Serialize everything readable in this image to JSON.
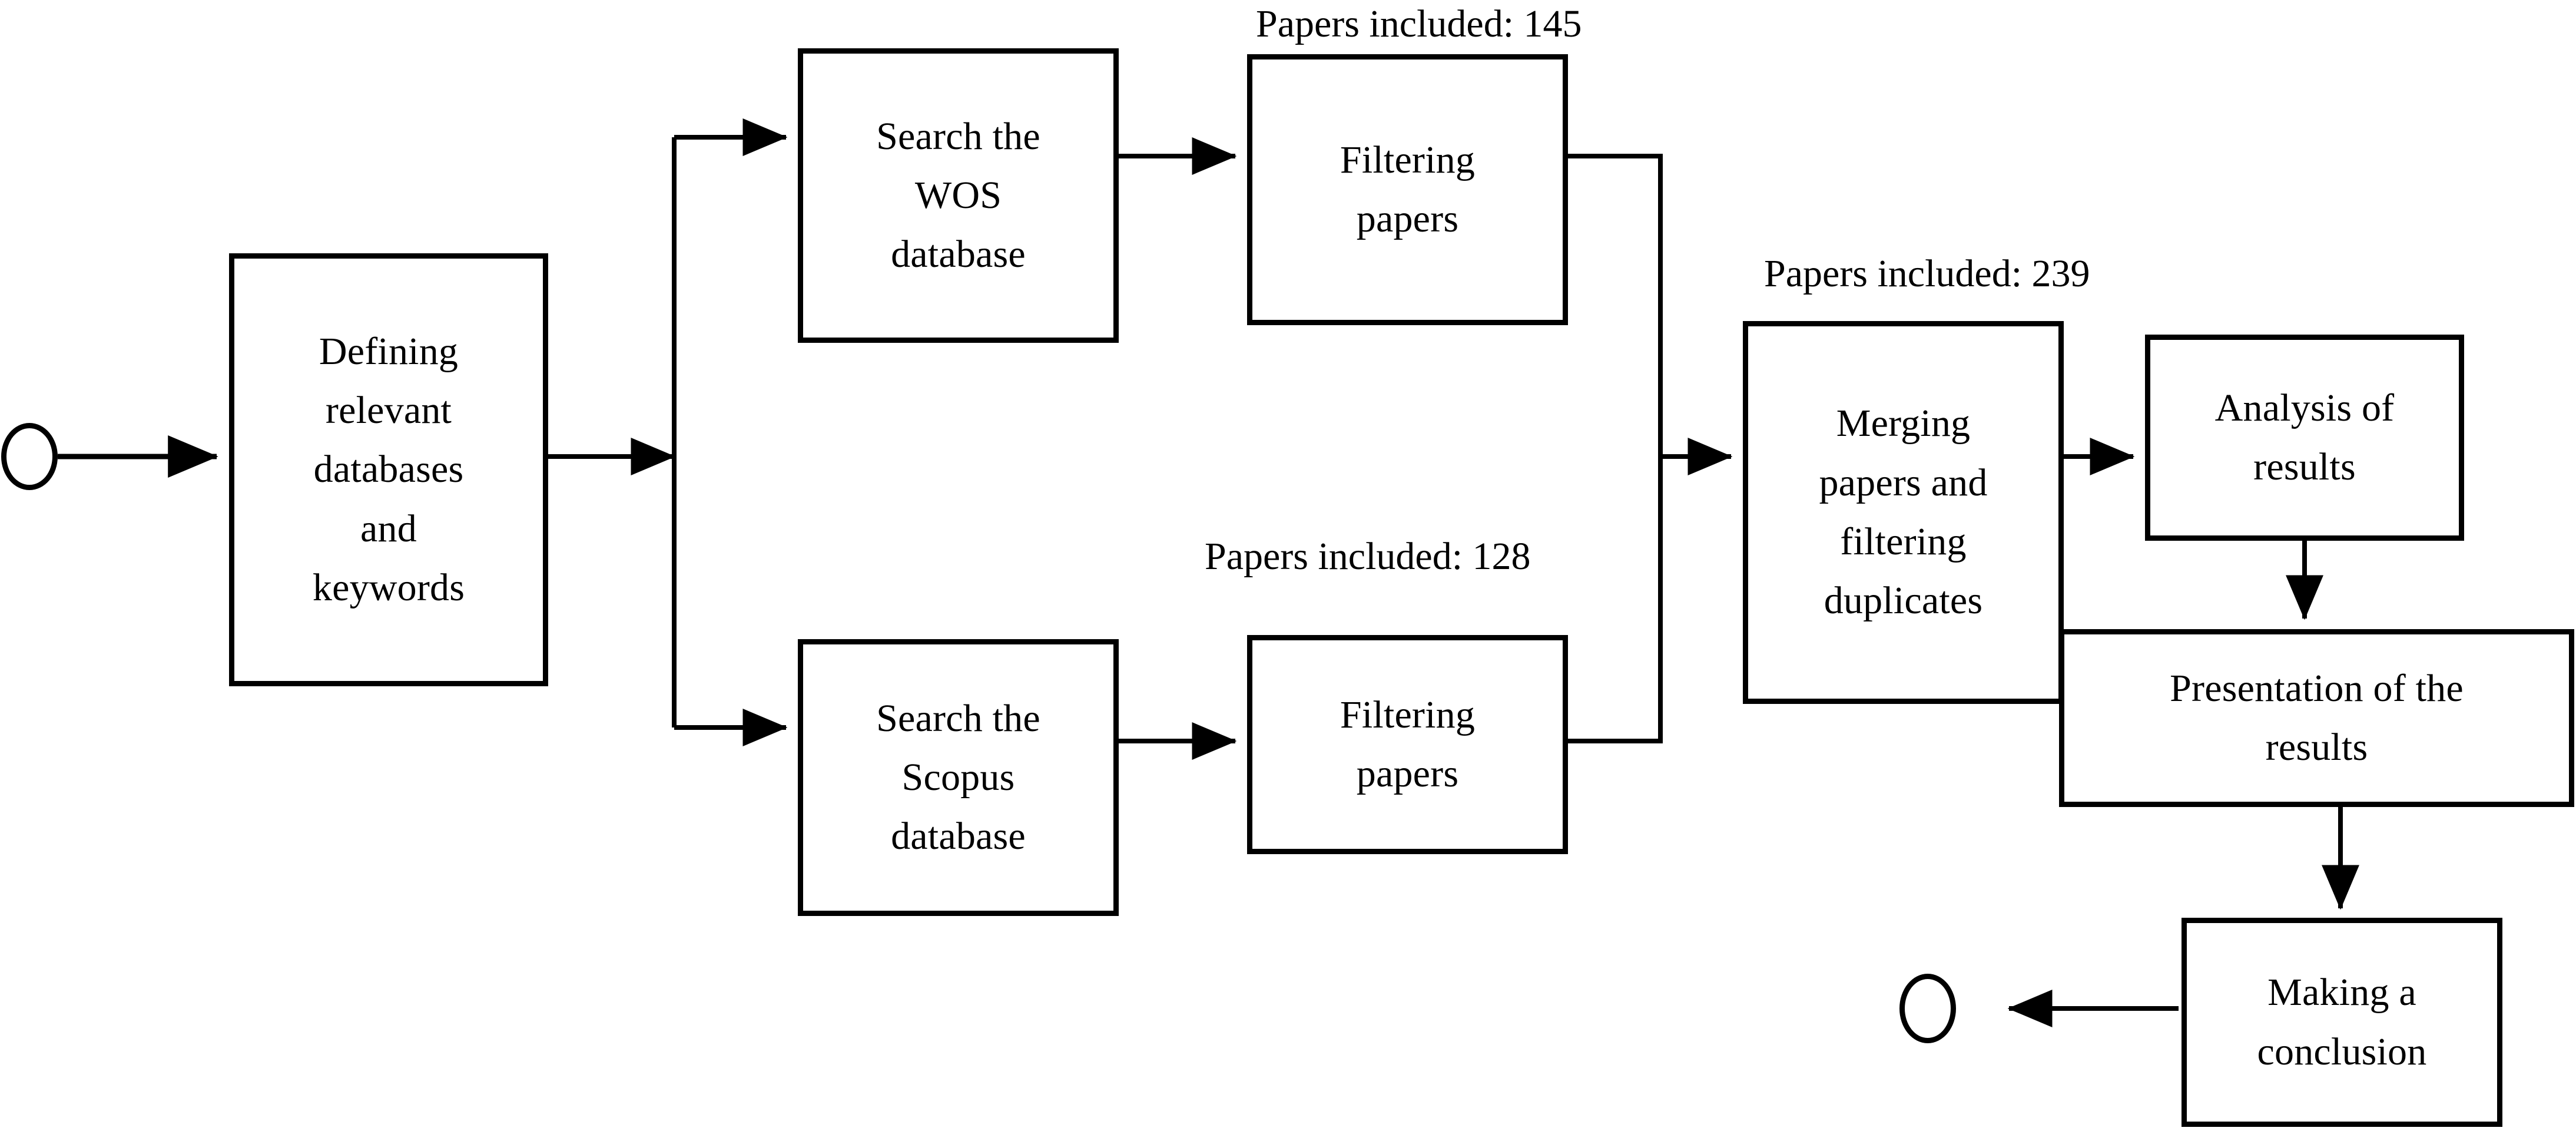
{
  "diagram": {
    "title": "Literature review methodology flowchart",
    "stroke_color": "#000000",
    "background_color": "#ffffff"
  },
  "terminators": [
    {
      "id": "start",
      "name": "start-node",
      "label": ""
    },
    {
      "id": "end",
      "name": "end-node",
      "label": ""
    }
  ],
  "nodes": [
    {
      "id": "defining",
      "lines": [
        "Defining",
        "relevant",
        "databases",
        "and",
        "keywords"
      ]
    },
    {
      "id": "search_wos",
      "lines": [
        "Search the",
        "WOS",
        "database"
      ]
    },
    {
      "id": "filter_wos",
      "lines": [
        "Filtering",
        "papers"
      ]
    },
    {
      "id": "search_scopus",
      "lines": [
        "Search the",
        "Scopus",
        "database"
      ]
    },
    {
      "id": "filter_scopus",
      "lines": [
        "Filtering",
        "papers"
      ]
    },
    {
      "id": "merging",
      "lines": [
        "Merging",
        "papers and",
        "filtering",
        "duplicates"
      ]
    },
    {
      "id": "analysis",
      "lines": [
        "Analysis of",
        "results"
      ]
    },
    {
      "id": "presentation",
      "lines": [
        "Presentation of the",
        "results"
      ]
    },
    {
      "id": "conclusion",
      "lines": [
        "Making a",
        "conclusion"
      ]
    }
  ],
  "annotations": [
    {
      "id": "papers_145",
      "text": "Papers included: 145"
    },
    {
      "id": "papers_128",
      "text": "Papers included: 128"
    },
    {
      "id": "papers_239",
      "text": "Papers included: 239"
    }
  ]
}
